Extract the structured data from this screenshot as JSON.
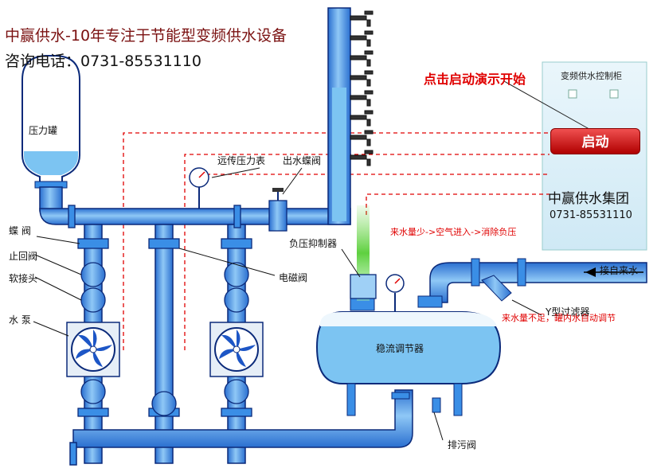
{
  "header": {
    "title": "中赢供水-10年专注于节能型变频供水设备",
    "contact": "咨询电话：0731-85531110"
  },
  "demo_prompt": "点击启动演示开始",
  "control_panel": {
    "title": "变频供水控制柜",
    "start_button": "启动",
    "company": "中赢供水集团",
    "phone": "0731-85531110"
  },
  "labels": {
    "pressure_tank": "压力罐",
    "remote_gauge": "远传压力表",
    "outlet_valve": "出水蝶阀",
    "butterfly_valve": "蝶 阀",
    "check_valve": "止回阀",
    "soft_joint": "软接头",
    "water_pump": "水 泵",
    "solenoid_valve": "电磁阀",
    "negative_pressure_suppressor": "负压抑制器",
    "flow_regulator": "稳流调节器",
    "drain_valve": "排污阀",
    "y_filter": "Y型过滤器",
    "from_water": "接自来水"
  },
  "notes": {
    "low_flow": "来水量少->空气进入->消除负压",
    "insufficient": "来水量不足，罐内水自动调节"
  },
  "colors": {
    "pipe": "#3a8ee6",
    "pipe_outline": "#0b2a7a",
    "water": "#7cc4f2",
    "signal": "#e00000"
  }
}
